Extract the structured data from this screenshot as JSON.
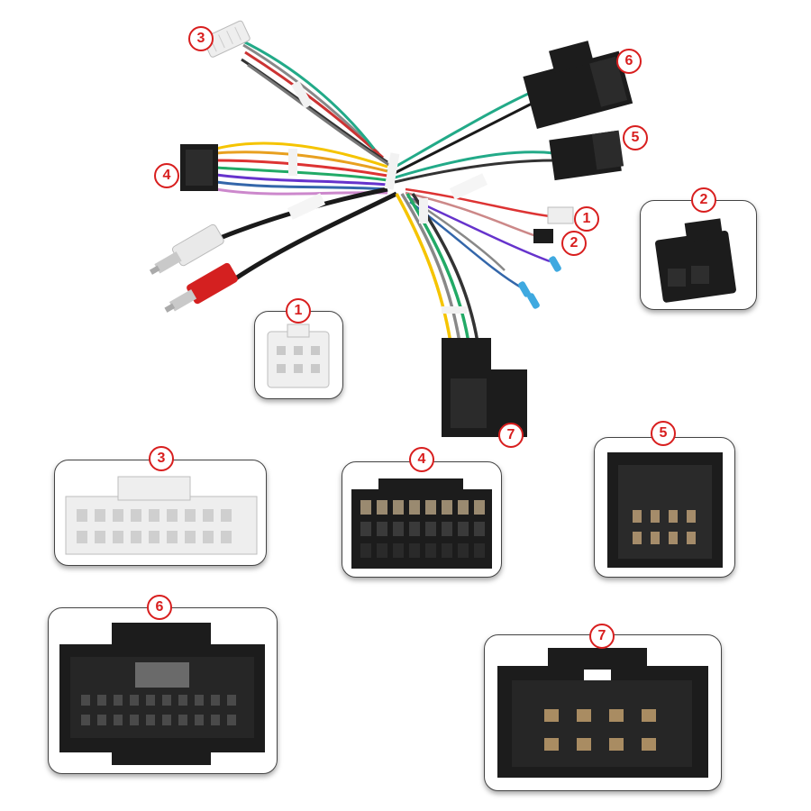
{
  "colors": {
    "badge": "#d81e1e",
    "connector_black": "#1c1c1c",
    "connector_white": "#eeeeee",
    "rca_red": "#d42020",
    "rca_white": "#e9e9e9"
  },
  "harness": {
    "labels": {
      "c1": "1",
      "c2": "2",
      "c3": "3",
      "c4": "4",
      "c5": "5",
      "c6": "6",
      "c7": "7"
    }
  },
  "panels": {
    "p1": {
      "label": "1"
    },
    "p2": {
      "label": "2"
    },
    "p3": {
      "label": "3"
    },
    "p4": {
      "label": "4"
    },
    "p5": {
      "label": "5"
    },
    "p6": {
      "label": "6"
    },
    "p7": {
      "label": "7"
    }
  }
}
